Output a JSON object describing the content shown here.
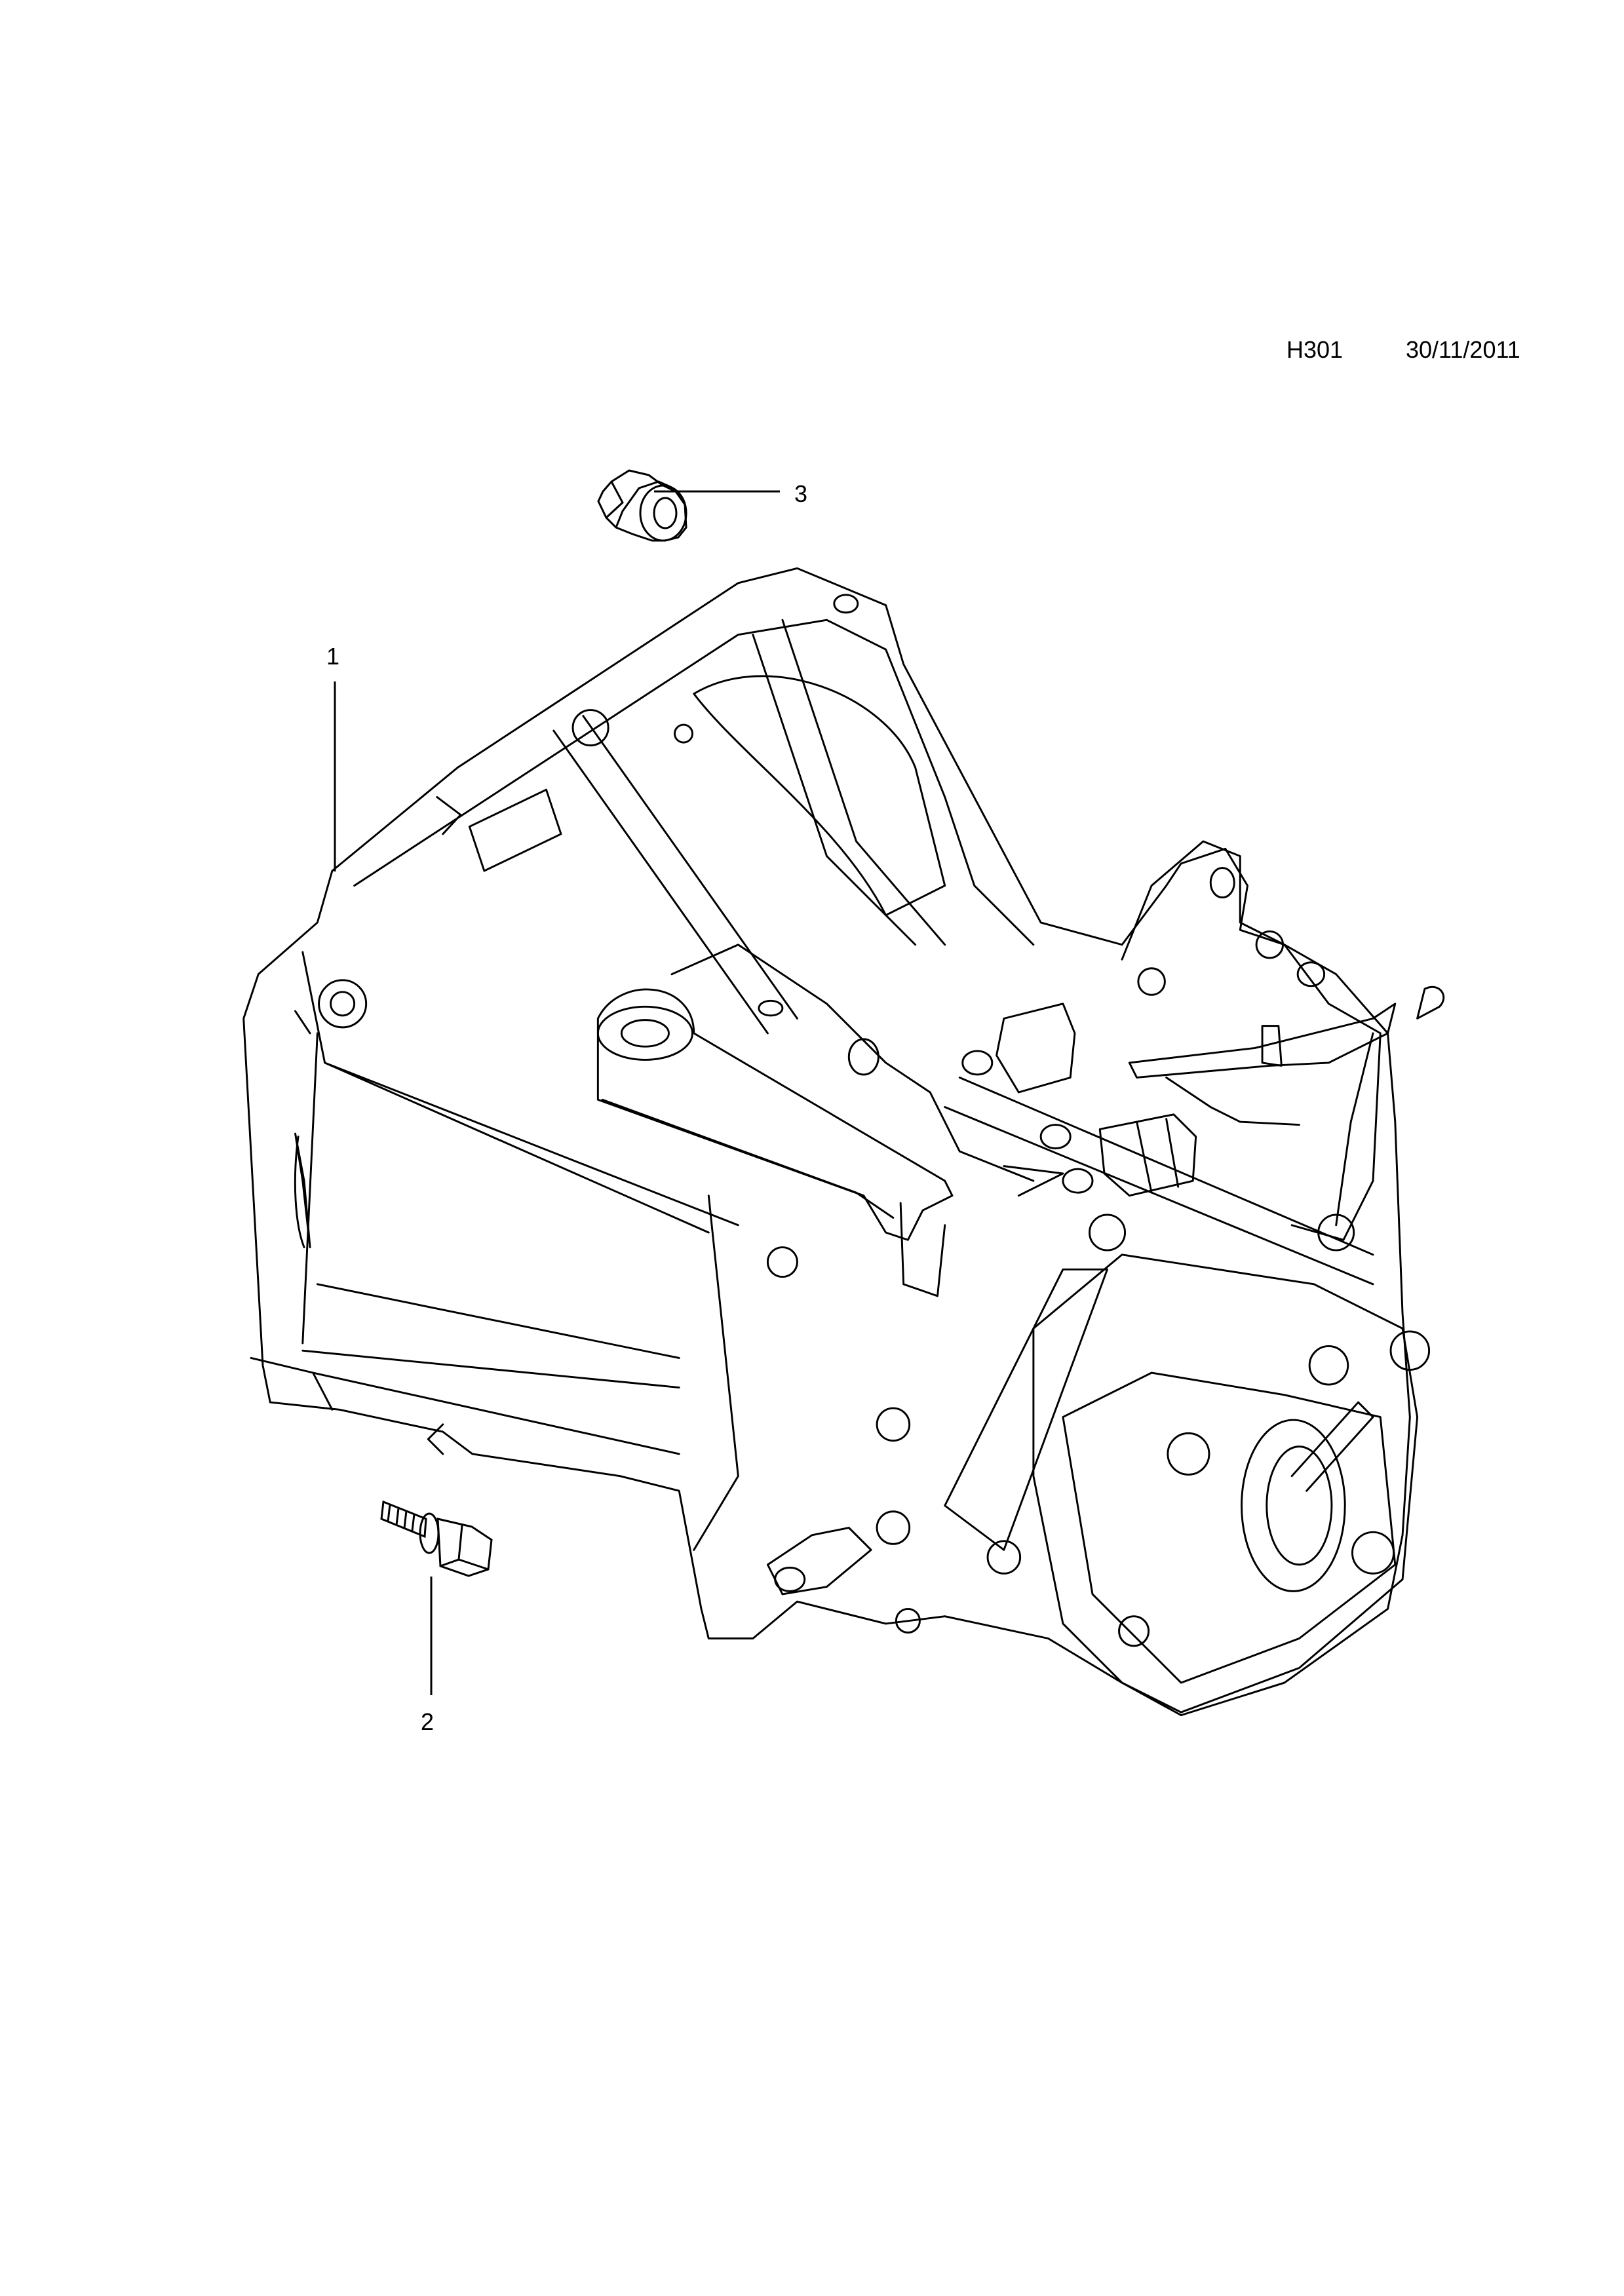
{
  "header": {
    "diagram_code": "H301",
    "date": "30/11/2011"
  },
  "callouts": [
    {
      "number": "1",
      "part": "transmission-assembly"
    },
    {
      "number": "2",
      "part": "bolt"
    },
    {
      "number": "3",
      "part": "nut"
    }
  ],
  "colors": {
    "line": "#000000",
    "background": "#ffffff"
  }
}
